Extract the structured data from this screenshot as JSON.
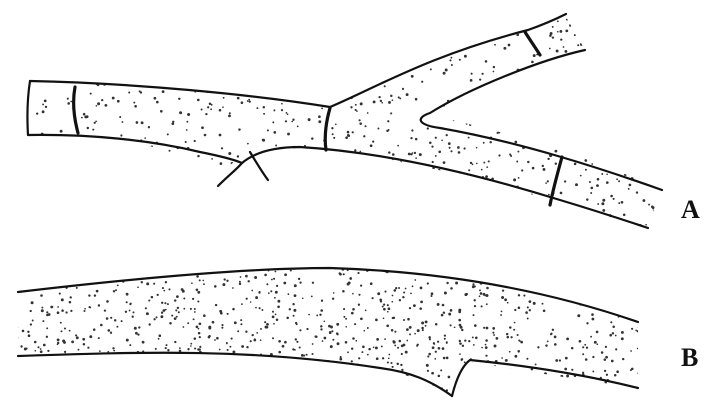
{
  "panels": [
    {
      "id": "A",
      "label": "A",
      "description_kind": "septate-branched-hypha"
    },
    {
      "id": "B",
      "label": "B",
      "description_kind": "aseptate-hypha"
    }
  ],
  "colors": {
    "outline": "#111111",
    "stipple": "#333333",
    "background": "#ffffff"
  }
}
